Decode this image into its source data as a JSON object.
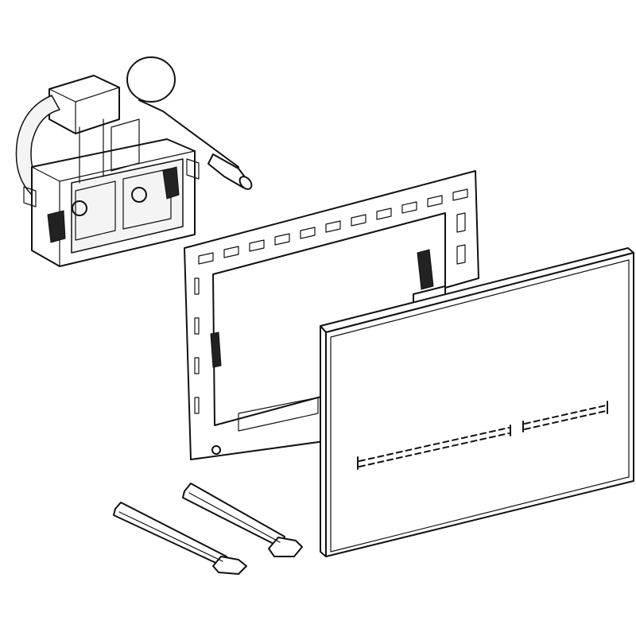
{
  "colors": {
    "line": "#111111",
    "background": "#ffffff",
    "shade": "#f4f4f4"
  },
  "parts": [
    "actuator-module",
    "mounting-frame",
    "cover-plate",
    "actuator-rod",
    "actuator-rod"
  ]
}
